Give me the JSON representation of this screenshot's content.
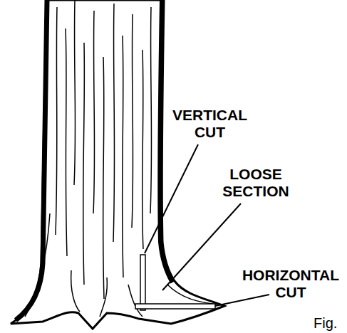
{
  "diagram": {
    "labels": [
      "VERTICAL CUT",
      "LOOSE SECTION",
      "HORIZONTAL CUT",
      "Fig."
    ]
  }
}
